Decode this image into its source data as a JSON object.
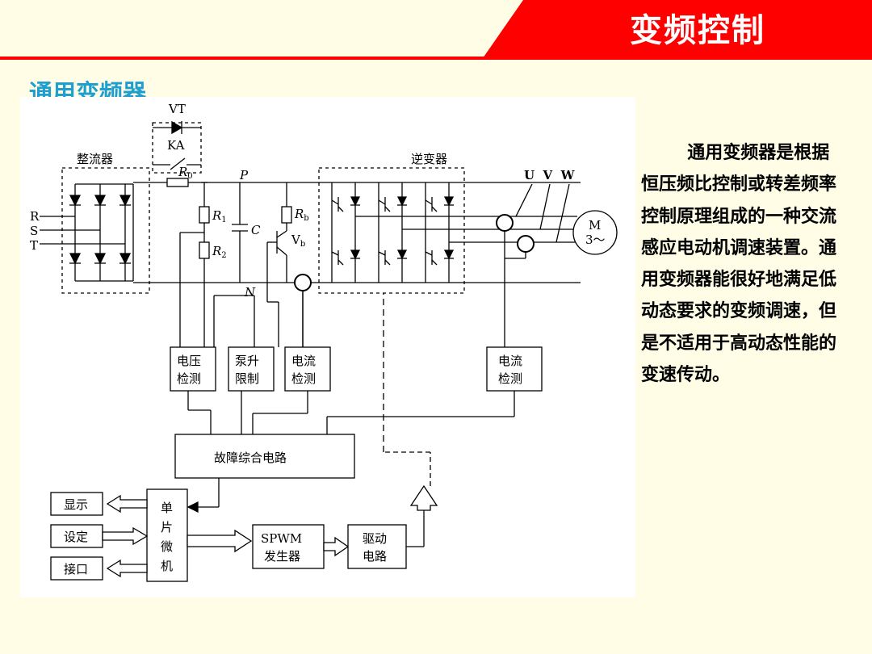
{
  "header": {
    "title": "变频控制"
  },
  "subtitle": "通用变频器",
  "description": "通用变频器是根据恒压频比控制或转差频率控制原理组成的一种交流感应电动机调速装置。通用变频器能很好地满足低动态要求的变频调速，但是不适用于高动态性能的变速传动。",
  "colors": {
    "header_red": "#FF0000",
    "subtitle_blue": "#1E9FD0",
    "background": "#FFFDE6",
    "diagram_bg": "#FFFFFF",
    "line": "#000000"
  },
  "diagram": {
    "labels": {
      "vt": "VT",
      "ka": "KA",
      "rectifier": "整流器",
      "inverter": "逆变器",
      "r0": "R",
      "r0_sub": "0",
      "p": "P",
      "n": "N",
      "r1": "R",
      "r1_sub": "1",
      "r2": "R",
      "r2_sub": "2",
      "c": "C",
      "rb": "R",
      "rb_sub": "b",
      "vb": "V",
      "vb_sub": "b",
      "uvw": "U  V  W",
      "r": "R",
      "s": "S",
      "t": "T",
      "motor_m": "M",
      "motor_3": "3～"
    },
    "blocks": {
      "voltage_detect": [
        "电压",
        "检测"
      ],
      "pump_limit": [
        "泵升",
        "限制"
      ],
      "current_detect_1": [
        "电流",
        "检测"
      ],
      "current_detect_2": [
        "电流",
        "检测"
      ],
      "fault_circuit": "故障综合电路",
      "mcu": [
        "单",
        "片",
        "微",
        "机"
      ],
      "display": "显示",
      "setting": "设定",
      "interface": "接口",
      "spwm": [
        "SPWM",
        "发生器"
      ],
      "drive": [
        "驱动",
        "电路"
      ]
    }
  }
}
